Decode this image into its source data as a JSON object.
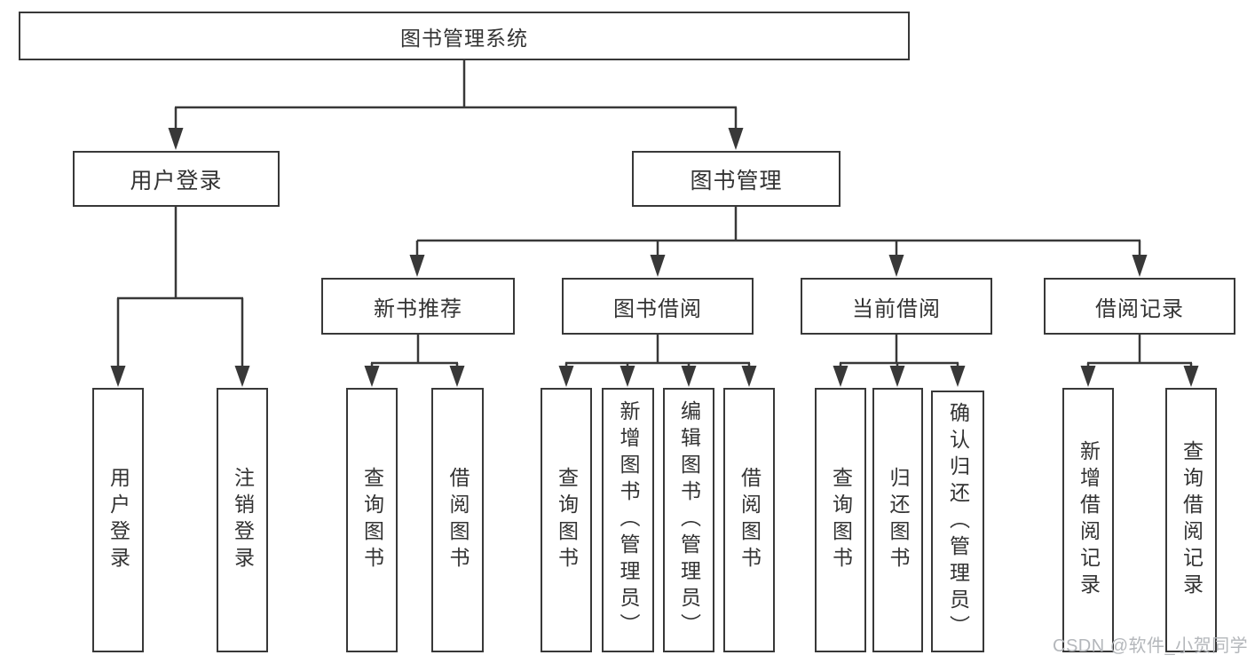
{
  "tree": {
    "label": "图书管理系统",
    "children": [
      {
        "label": "用户登录",
        "children": [
          {
            "label": "用户登录"
          },
          {
            "label": "注销登录"
          }
        ]
      },
      {
        "label": "图书管理",
        "children": [
          {
            "label": "新书推荐",
            "children": [
              {
                "label": "查询图书"
              },
              {
                "label": "借阅图书"
              }
            ]
          },
          {
            "label": "图书借阅",
            "children": [
              {
                "label": "查询图书"
              },
              {
                "label": "新增图书（管理员）"
              },
              {
                "label": "编辑图书（管理员）"
              },
              {
                "label": "借阅图书"
              }
            ]
          },
          {
            "label": "当前借阅",
            "children": [
              {
                "label": "查询图书"
              },
              {
                "label": "归还图书"
              },
              {
                "label": "确认归还（管理员）"
              }
            ]
          },
          {
            "label": "借阅记录",
            "children": [
              {
                "label": "新增借阅记录"
              },
              {
                "label": "查询借阅记录"
              }
            ]
          }
        ]
      }
    ]
  },
  "watermark": {
    "text": "CSDN @软件_小贺同学"
  },
  "colors": {
    "line": "#383838",
    "text": "#333333",
    "background": "#ffffff",
    "watermark": "#b4b7bb"
  }
}
